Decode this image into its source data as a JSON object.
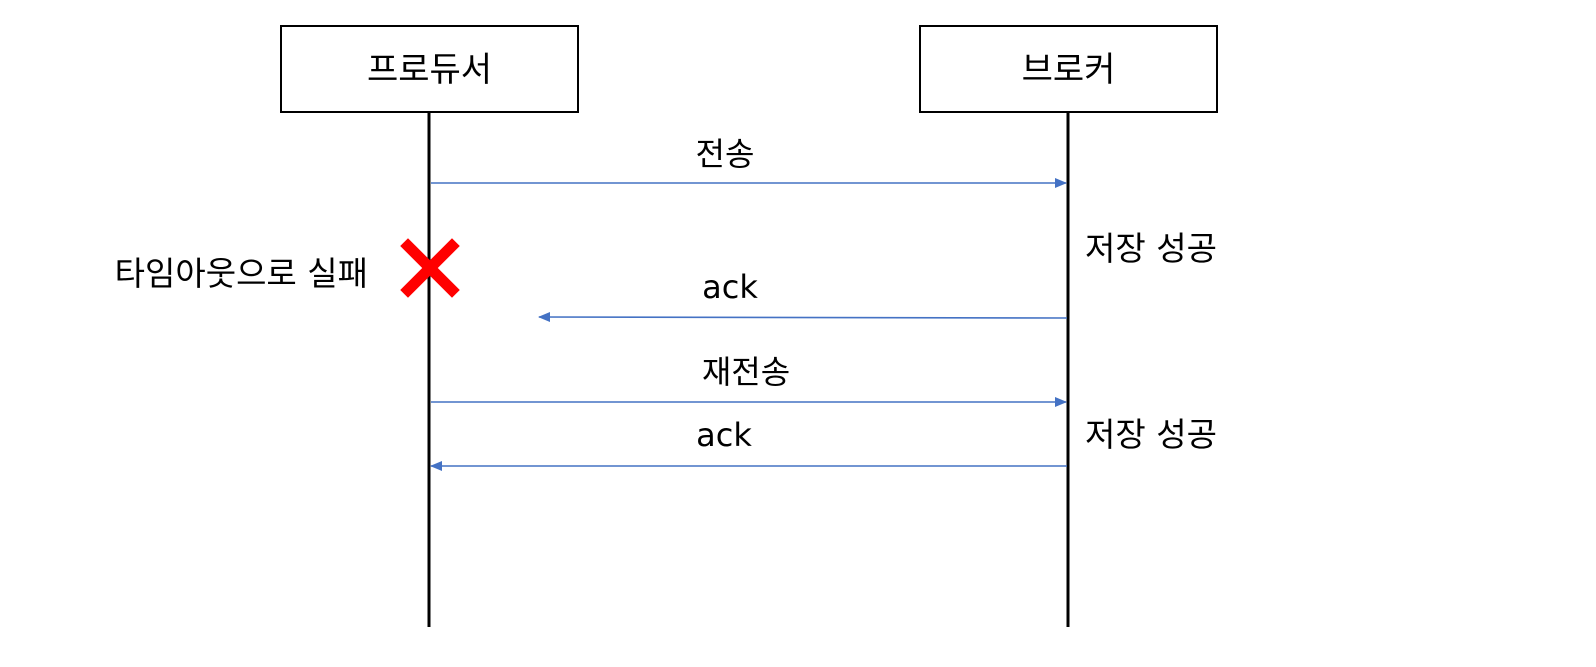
{
  "participants": {
    "producer": "프로듀서",
    "broker": "브로커"
  },
  "messages": {
    "send": "전송",
    "ack_lost": "ack",
    "resend": "재전송",
    "ack": "ack"
  },
  "notes": {
    "timeout_failure": "타임아웃으로 실패",
    "stored_first": "저장 성공",
    "stored_second": "저장 성공"
  },
  "icons": {
    "failure_mark": "cross-icon"
  },
  "colors": {
    "arrow": "#4472c4",
    "failure_mark": "#ff0000",
    "lifeline": "#000000"
  }
}
